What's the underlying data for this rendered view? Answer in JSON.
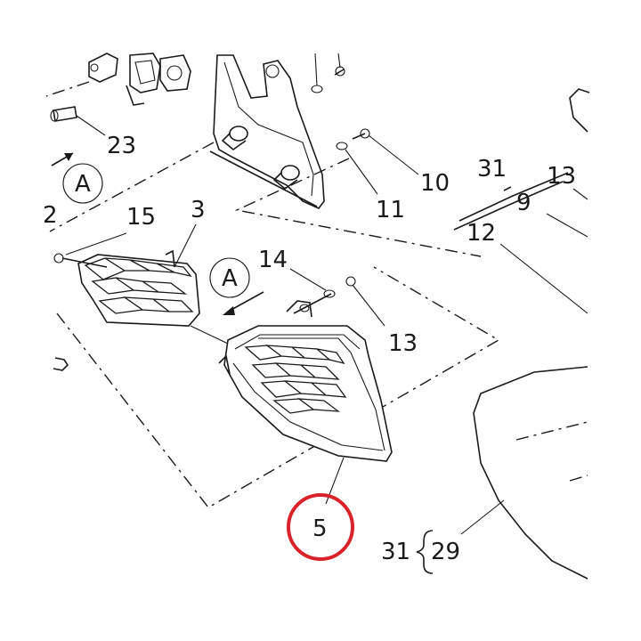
{
  "labels": {
    "l23": "23",
    "lA1": "A",
    "l2": "2",
    "l15": "15",
    "l3": "3",
    "lA2": "A",
    "l14": "14",
    "l13a": "13",
    "l10": "10",
    "l11": "11",
    "l31a": "31",
    "l13b": "13",
    "l9": "9",
    "l12": "12",
    "l5": "5",
    "l31b": "31",
    "l29": "29"
  },
  "colors": {
    "line": "#1a1a1a",
    "highlight_circle": "#d8232a",
    "background": "#ffffff"
  }
}
